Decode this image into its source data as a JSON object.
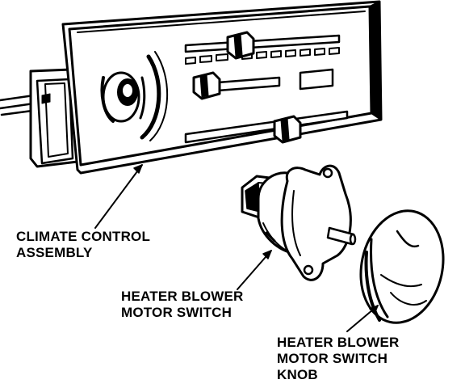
{
  "labels": {
    "climate_control_assembly": [
      "CLIMATE CONTROL",
      "ASSEMBLY"
    ],
    "heater_blower_motor_switch": [
      "HEATER BLOWER",
      "MOTOR SWITCH"
    ],
    "heater_blower_motor_switch_knob": [
      "HEATER BLOWER",
      "MOTOR SWITCH",
      "KNOB"
    ]
  },
  "colors": {
    "ink": "#000000",
    "paper": "#ffffff"
  }
}
